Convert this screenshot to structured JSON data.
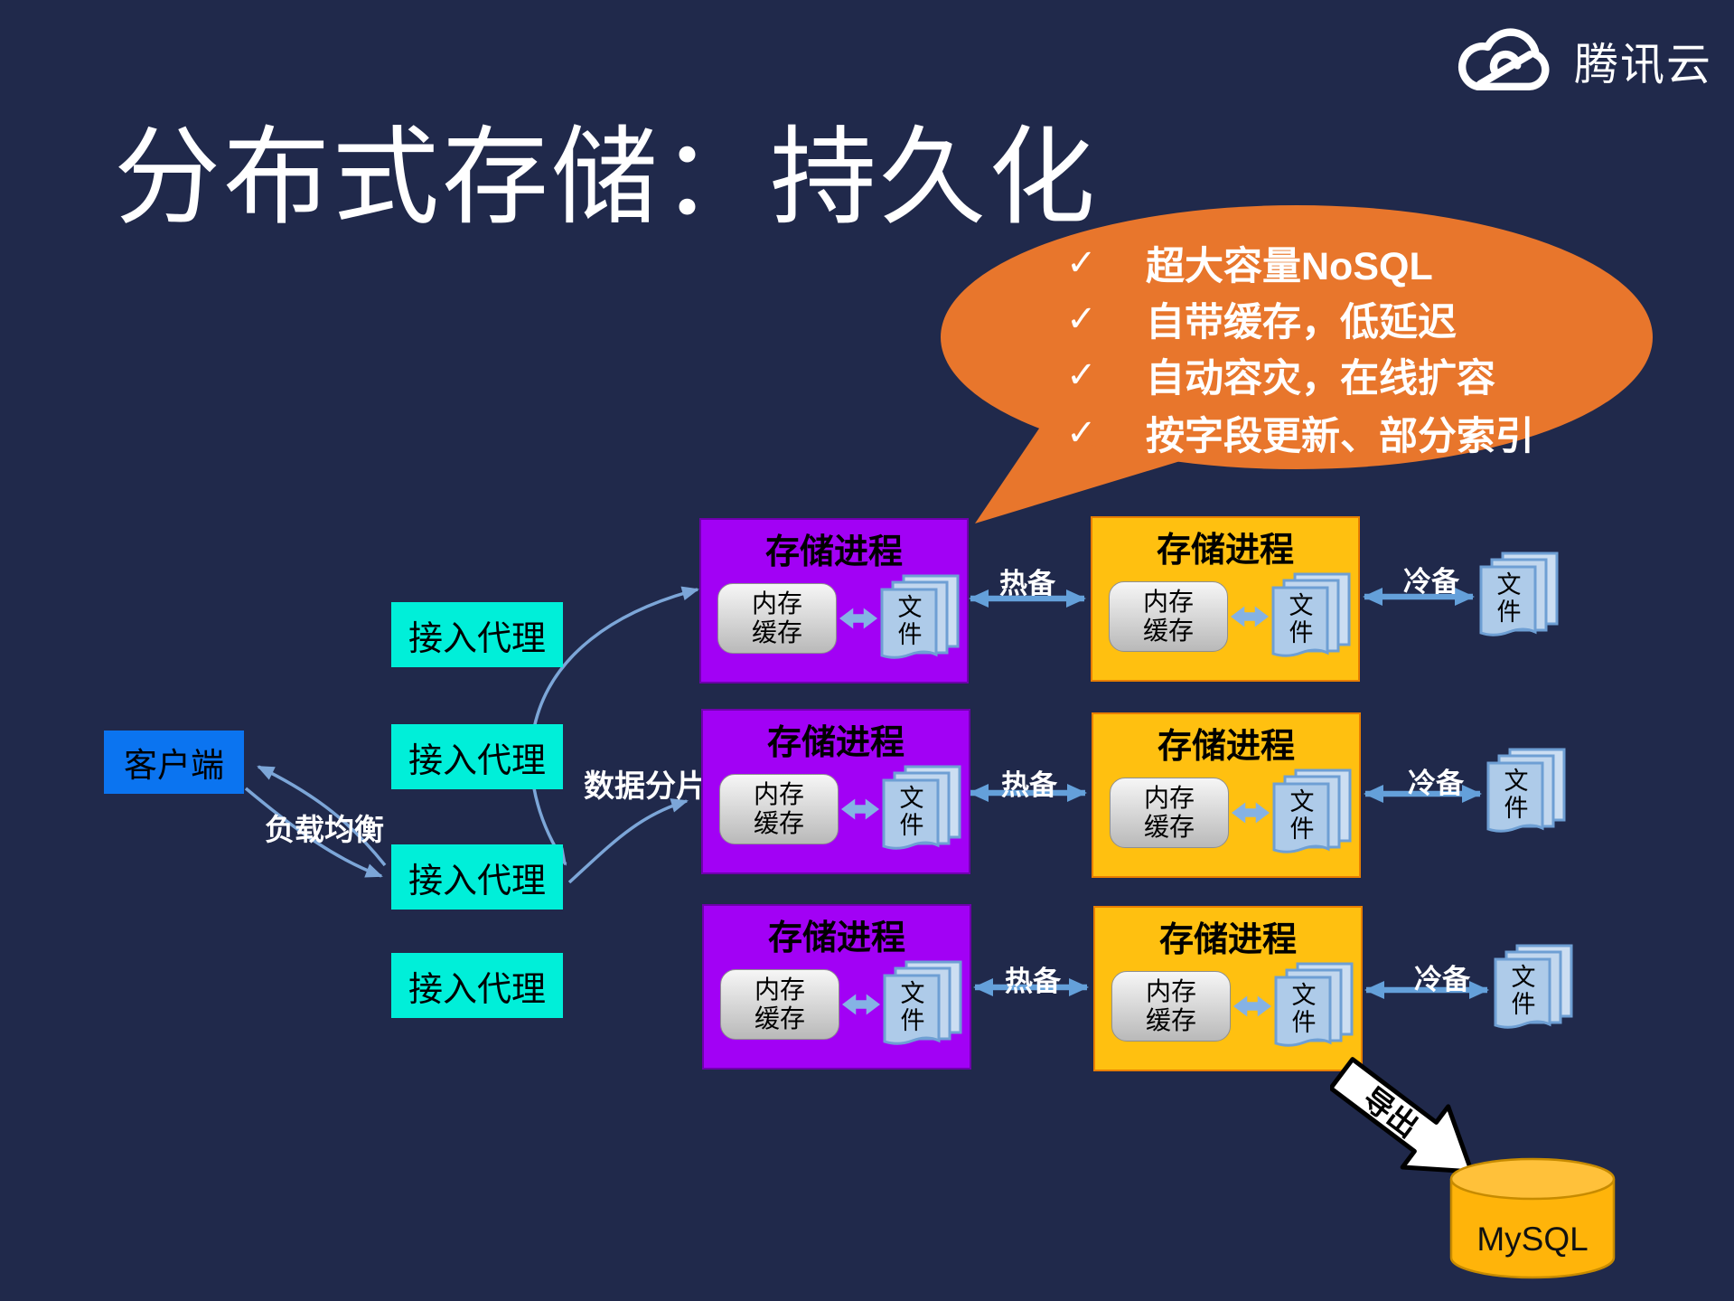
{
  "page": {
    "background": "#20294B"
  },
  "logo": {
    "brand": "腾讯云"
  },
  "title": "分布式存储：持久化",
  "bubble": {
    "color": "#E8762C",
    "check": "✓",
    "items": [
      "超大容量NoSQL",
      "自带缓存，低延迟",
      "自动容灾，在线扩容",
      "按字段更新、部分索引"
    ]
  },
  "client": {
    "label": "客户端",
    "color": "#0B74F0"
  },
  "proxy": {
    "label": "接入代理",
    "color": "#00EFD9"
  },
  "flow_labels": {
    "load_balance": "负载均衡",
    "sharding": "数据分片",
    "hot_backup": "热备",
    "cold_backup": "冷备",
    "export": "导出"
  },
  "storage": {
    "title": "存储进程",
    "cache_line1": "内存",
    "cache_line2": "缓存",
    "file_char1": "文",
    "file_char2": "件",
    "primary_color": "#A201F5",
    "replica_color": "#FFC010"
  },
  "mysql": {
    "label": "MySQL",
    "color": "#FFB400"
  }
}
